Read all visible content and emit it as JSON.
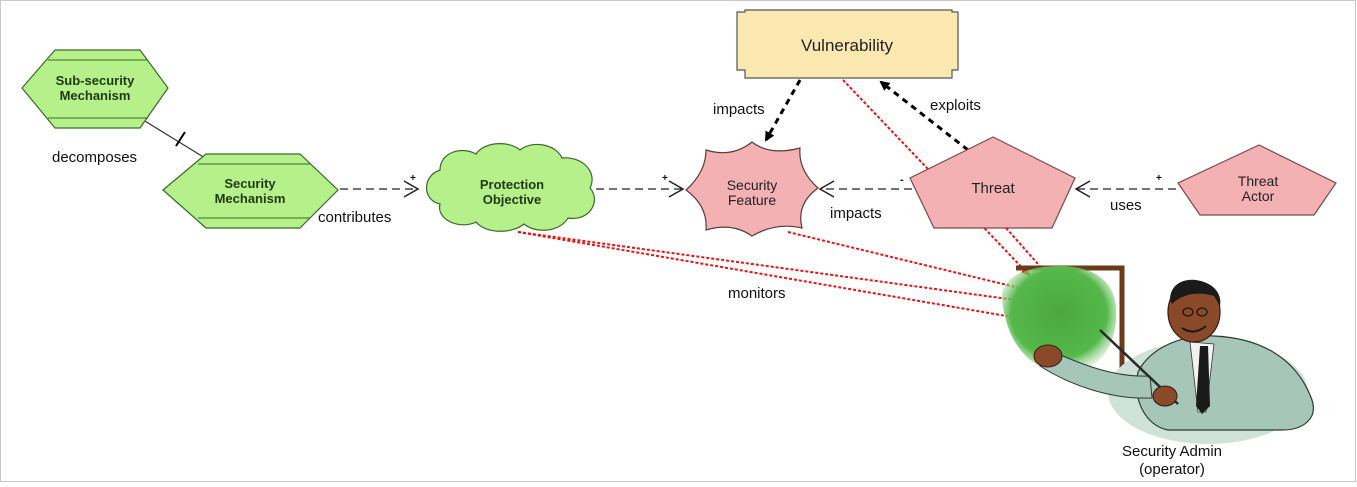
{
  "nodes": {
    "vulnerability": "Vulnerability",
    "sub_security_mechanism": [
      "Sub-security",
      "Mechanism"
    ],
    "security_mechanism": [
      "Security",
      "Mechanism"
    ],
    "protection_objective": [
      "Protection",
      "Objective"
    ],
    "security_feature": [
      "Security",
      "Feature"
    ],
    "threat": "Threat",
    "threat_actor": [
      "Threat",
      "Actor"
    ]
  },
  "edges": {
    "decomposes": "decomposes",
    "contributes": "contributes",
    "impacts_vuln": "impacts",
    "exploits": "exploits",
    "impacts_threat": "impacts",
    "uses": "uses",
    "monitors": "monitors"
  },
  "markers": {
    "plus": "+",
    "minus": "-"
  },
  "operator": {
    "line1": "Security Admin",
    "line2": "(operator)",
    "icon": "presenter-clipart"
  },
  "colors": {
    "green_fill": "#b5f08a",
    "green_stroke": "#3a6a2a",
    "pink_fill": "#f4b1b4",
    "pink_stroke": "#7a4a4a",
    "yellow_fill": "#fbe8b0",
    "red_arrow": "#ee1111",
    "board_green": "#55b84b"
  }
}
